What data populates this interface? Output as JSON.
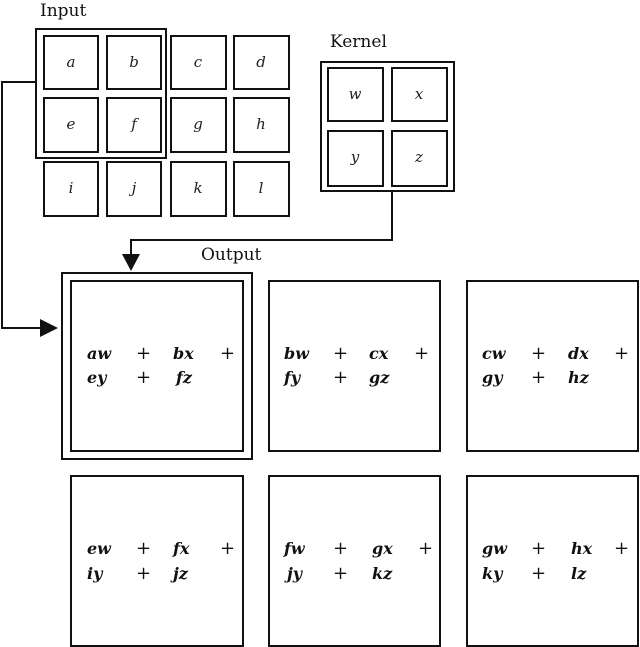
{
  "input": {
    "title": "Input",
    "cells": [
      [
        "a",
        "b",
        "c",
        "d"
      ],
      [
        "e",
        "f",
        "g",
        "h"
      ],
      [
        "i",
        "j",
        "k",
        "l"
      ]
    ]
  },
  "kernel": {
    "title": "Kernel",
    "cells": [
      [
        "w",
        "x"
      ],
      [
        "y",
        "z"
      ]
    ]
  },
  "output": {
    "title": "Output",
    "plus": "+",
    "cells": [
      [
        {
          "t1": "aw",
          "t2": "bx",
          "t3": "ey",
          "t4": "fz"
        },
        {
          "t1": "bw",
          "t2": "cx",
          "t3": "fy",
          "t4": "gz"
        },
        {
          "t1": "cw",
          "t2": "dx",
          "t3": "gy",
          "t4": "hz"
        }
      ],
      [
        {
          "t1": "ew",
          "t2": "fx",
          "t3": "iy",
          "t4": "jz"
        },
        {
          "t1": "fw",
          "t2": "gx",
          "t3": "jy",
          "t4": "kz"
        },
        {
          "t1": "gw",
          "t2": "hx",
          "t3": "ky",
          "t4": "lz"
        }
      ]
    ]
  },
  "colors": {
    "stroke": "#111111",
    "background": "#ffffff"
  }
}
